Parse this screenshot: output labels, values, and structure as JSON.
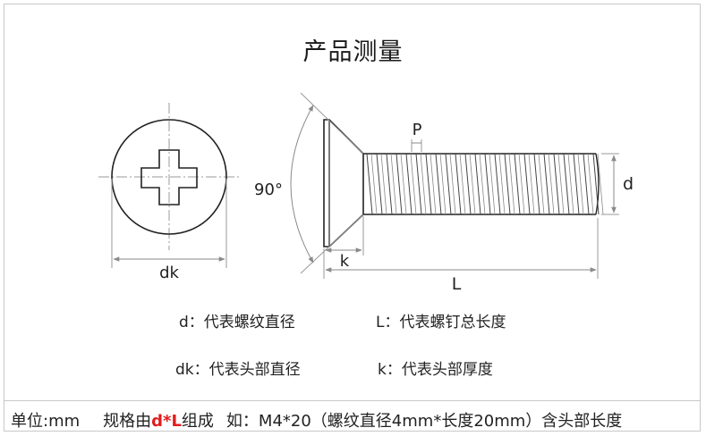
{
  "title": "产品测量",
  "labels": {
    "angle": "90°",
    "dk": "dk",
    "k": "k",
    "L": "L",
    "P": "P",
    "d": "d"
  },
  "legend": [
    {
      "key": "d",
      "desc": "：代表螺纹直径"
    },
    {
      "key": "L",
      "desc": "：代表螺钉总长度"
    },
    {
      "key": "dk",
      "desc": "：代表头部直径"
    },
    {
      "key": "k",
      "desc": "：代表头部厚度"
    }
  ],
  "footer": {
    "unit": "单位:mm",
    "spec_prefix": "规格由",
    "spec_highlight": "d*L",
    "spec_suffix": "组成",
    "example": "如：M4*20（螺纹直径4mm*长度20mm）含头部长度"
  },
  "colors": {
    "line": "#222222",
    "dimension": "#9a9a9a",
    "highlight": "#e21b1b"
  }
}
